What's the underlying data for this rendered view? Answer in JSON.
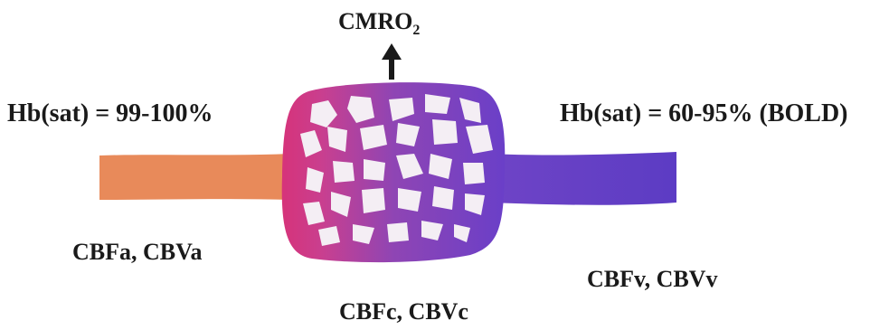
{
  "labels": {
    "cmro2_main": "CMRO",
    "cmro2_sub": "2",
    "arterial_saturation": "Hb(sat) = 99-100%",
    "venous_saturation": "Hb(sat) = 60-95% (BOLD)",
    "arterial_flow_volume": "CBFa, CBVa",
    "capillary_flow_volume": "CBFc, CBVc",
    "venous_flow_volume": "CBFv, CBVv"
  },
  "colors": {
    "artery": "#e88a5a",
    "capillary_left": "#d6337a",
    "capillary_mid": "#8a3fae",
    "vein": "#6a3fc8",
    "arrow": "#1a1a1a"
  }
}
